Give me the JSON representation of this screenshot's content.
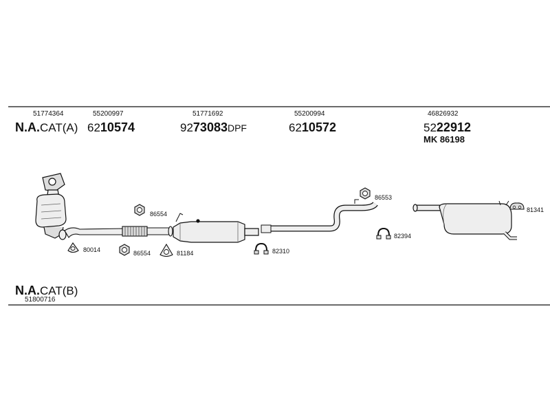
{
  "colors": {
    "ink": "#111111",
    "paper": "#ffffff",
    "part_fill": "#eeeeee",
    "part_shade": "#bbbbbb"
  },
  "header": {
    "col1": {
      "ref": "51774364",
      "variant_bold": "N.A.",
      "variant_rest": "CAT(A)"
    },
    "col2": {
      "ref": "55200997",
      "prefix": "62",
      "number": "10574"
    },
    "col3": {
      "ref": "51771692",
      "prefix": "92",
      "number": "73083",
      "suffix": "DPF"
    },
    "col4": {
      "ref": "55200994",
      "prefix": "62",
      "number": "10572"
    },
    "col5": {
      "ref": "46826932",
      "prefix": "52",
      "number": "22912",
      "kit": "MK 86198"
    }
  },
  "footer": {
    "variant_bold": "N.A.",
    "variant_rest": "CAT(B)",
    "ref": "51800716"
  },
  "parts": {
    "gasket_80014": {
      "label": "80014",
      "icon": "gasket-icon"
    },
    "nut_86554_top": {
      "label": "86554",
      "icon": "nut-icon"
    },
    "nut_86554_bottom": {
      "label": "86554",
      "icon": "nut-icon"
    },
    "gasket_81184": {
      "label": "81184",
      "icon": "gasket-icon"
    },
    "clamp_82310": {
      "label": "82310",
      "icon": "clamp-icon"
    },
    "nut_86553": {
      "label": "86553",
      "icon": "nut-icon"
    },
    "clamp_82394": {
      "label": "82394",
      "icon": "clamp-icon"
    },
    "hanger_81341": {
      "label": "81341",
      "icon": "rubber-hanger-icon"
    }
  }
}
